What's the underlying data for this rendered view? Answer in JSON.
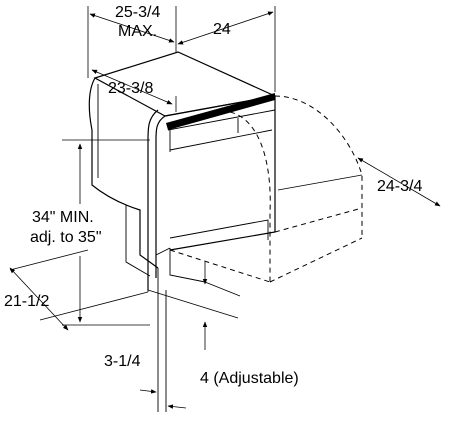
{
  "dimensions": {
    "max_depth": [
      "25-3/4",
      "MAX."
    ],
    "width": "24",
    "depth": "23-3/8",
    "door_open": "24-3/4",
    "height": [
      "34\" MIN.",
      "adj. to 35\""
    ],
    "toe_height": "21-1/2",
    "toe_depth": "3-1/4",
    "leg_adjust": "4 (Adjustable)"
  }
}
